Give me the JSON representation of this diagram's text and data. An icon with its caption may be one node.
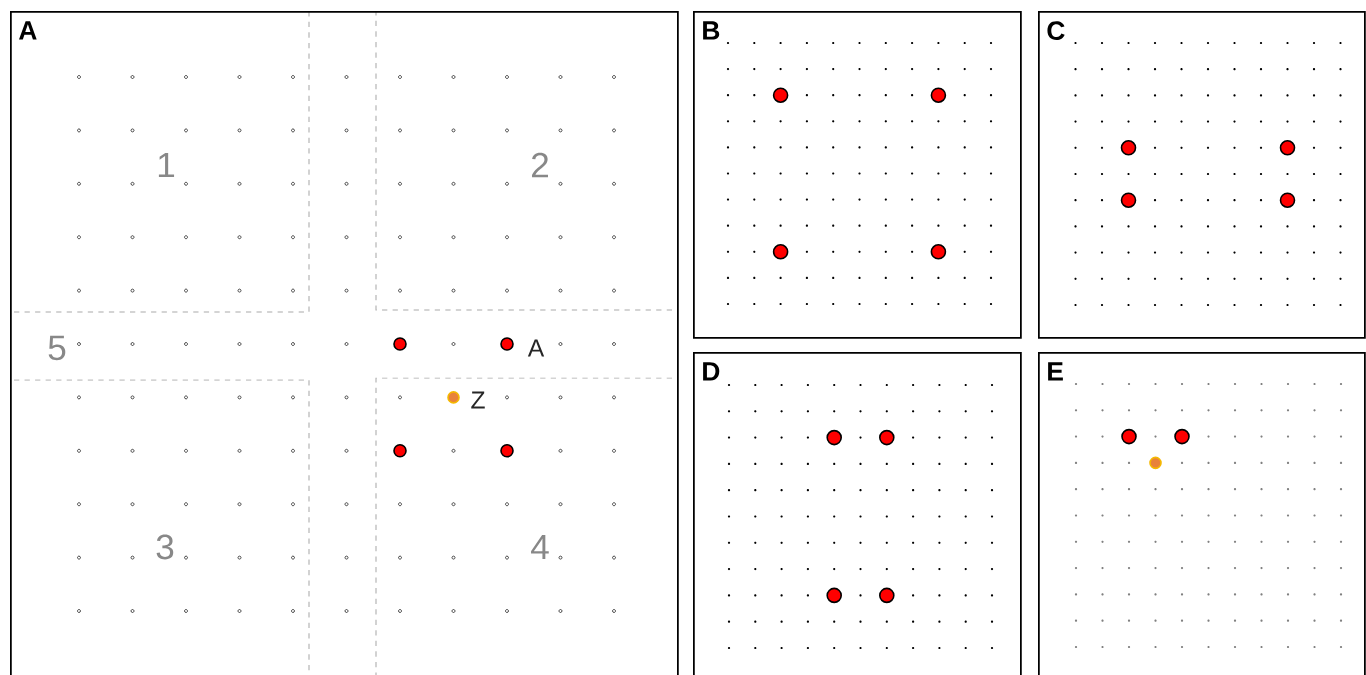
{
  "diagram": {
    "nodes": [
      {
        "text": [
          "A"
        ]
      },
      {
        "text": [
          "B"
        ]
      },
      {
        "text": [
          "C"
        ]
      },
      {
        "text": [
          "D"
        ]
      },
      {
        "text": [
          "E"
        ]
      }
    ],
    "labels": [
      "1",
      "2",
      "5",
      "A",
      "Z",
      "3",
      "4"
    ]
  }
}
